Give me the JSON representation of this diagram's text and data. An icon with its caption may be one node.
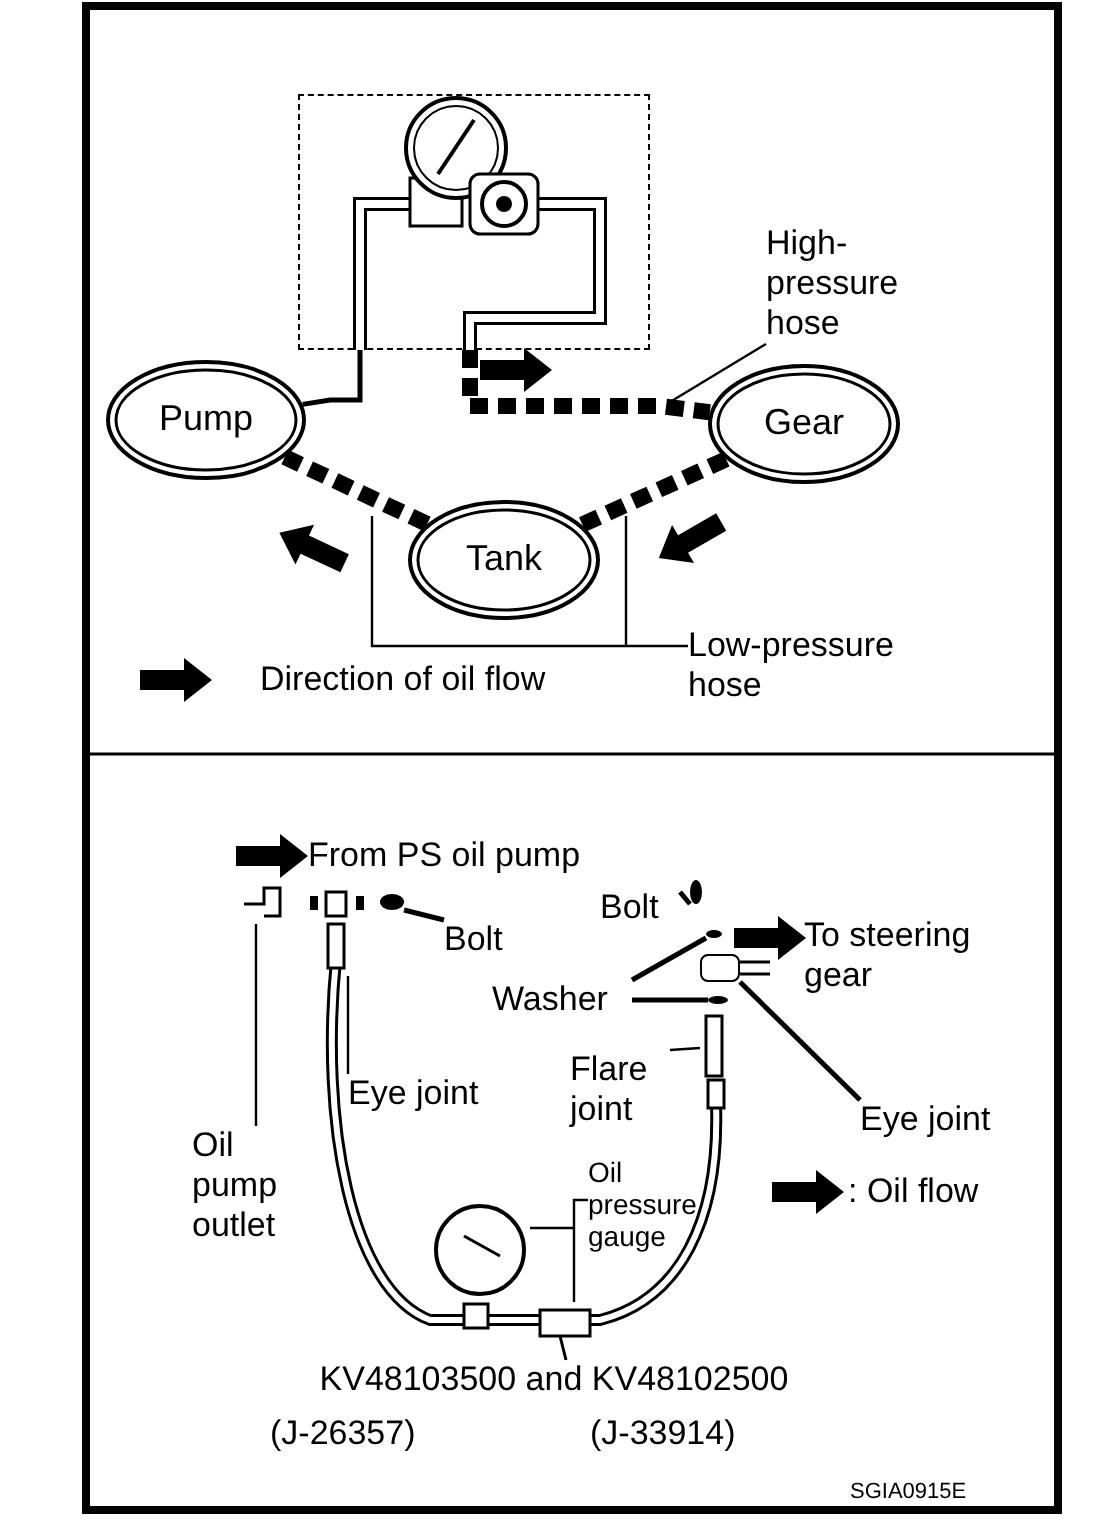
{
  "diagram": {
    "nodes": [
      {
        "text": [],
        "shape": "box"
      },
      {
        "text": [
          "Pump"
        ]
      },
      {
        "text": [
          "Gear"
        ]
      },
      {
        "text": [
          "Tank"
        ]
      },
      {
        "text": [
          "High-pressure hose"
        ]
      },
      {
        "text": [
          "Low-pressure hose"
        ]
      },
      {
        "text": [
          "Oil pump outlet"
        ]
      },
      {
        "text": [
          "Bolt"
        ]
      },
      {
        "text": [
          "Eye joint"
        ]
      },
      {
        "text": [
          "Bolt"
        ]
      },
      {
        "text": [
          "Washer"
        ]
      },
      {
        "text": [
          "Eye joint"
        ]
      },
      {
        "text": [
          "Flare joint"
        ]
      },
      {
        "text": [
          "Oil pressure gauge"
        ]
      },
      {
        "text": [],
        "shape": "bolt"
      },
      {
        "text": [],
        "shape": "bolt"
      },
      {
        "text": [],
        "shape": "washer"
      },
      {
        "text": [],
        "shape": "washer"
      },
      {
        "text": [],
        "shape": "joint"
      }
    ],
    "edges": [
      {
        "from": 1,
        "to": 0,
        "arrow": "none"
      },
      {
        "from": 0,
        "to": 2,
        "arrow": "none",
        "style": "dashed"
      },
      {
        "from": 2,
        "to": 3,
        "arrow": "none",
        "style": "dashed"
      },
      {
        "from": 3,
        "to": 1,
        "arrow": "none",
        "style": "dashed"
      },
      {
        "from": 4,
        "to": null,
        "arrow": "none"
      },
      {
        "from": 5,
        "to": null,
        "arrow": "none"
      },
      {
        "from": 6,
        "to": null,
        "arrow": "none"
      },
      {
        "from": 7,
        "to": 14,
        "arrow": "none"
      },
      {
        "from": 8,
        "to": null,
        "arrow": "none"
      },
      {
        "from": 9,
        "to": 15,
        "arrow": "none"
      },
      {
        "from": 10,
        "to": 16,
        "arrow": "none"
      },
      {
        "from": 10,
        "to": 17,
        "arrow": "none"
      },
      {
        "from": 11,
        "to": 18,
        "arrow": "none"
      },
      {
        "from": 12,
        "to": null,
        "arrow": "none"
      },
      {
        "from": 13,
        "to": null,
        "arrow": "none"
      }
    ],
    "labels": [
      "From PS oil pump",
      "To steering gear",
      "KV48103500 and KV48102500",
      "(J-26357)",
      "(J-33914)",
      "SGIA0915E"
    ],
    "legend": [
      {
        "text": "Direction of oil flow"
      },
      {
        "text": ": Oil flow"
      }
    ]
  }
}
